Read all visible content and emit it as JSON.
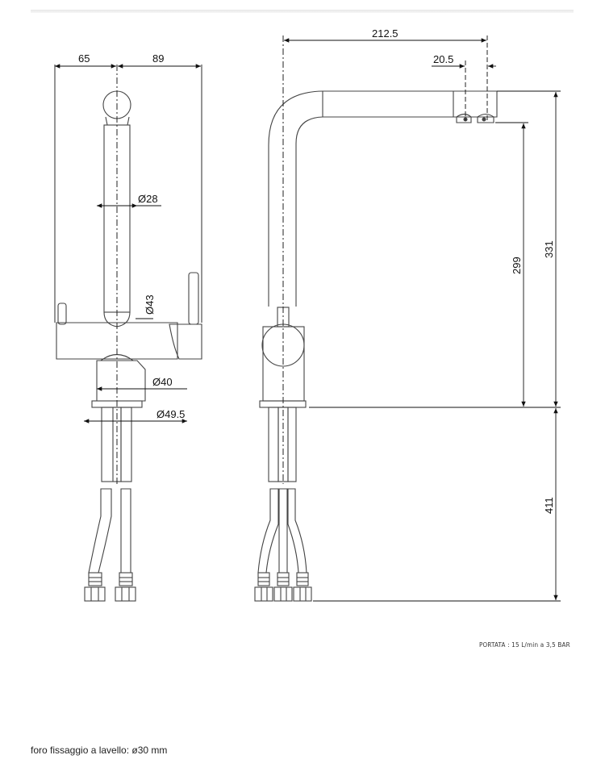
{
  "dimensions": {
    "front_left": "65",
    "front_right": "89",
    "dia_spout": "Ø28",
    "dia_body": "Ø43",
    "dia_base": "Ø40",
    "dia_plate": "Ø49.5",
    "side_reach": "212.5",
    "side_aerator": "20.5",
    "side_height_299": "299",
    "side_height_331": "331",
    "side_below_411": "411"
  },
  "notes": {
    "flow": "PORTATA : 15 L/min a 3,5 BAR",
    "mount_hole": "foro fissaggio a lavello: ø30 mm"
  }
}
